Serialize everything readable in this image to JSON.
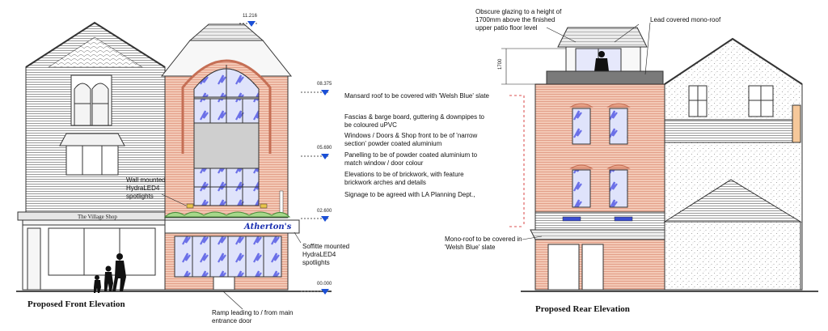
{
  "titles": {
    "front": "Proposed Front Elevation",
    "rear": "Proposed Rear Elevation"
  },
  "levels": [
    "11.216",
    "08.375",
    "05.690",
    "02.600",
    "00.000"
  ],
  "signage": {
    "village_shop": "The Village Shop",
    "brand": "Atherton's"
  },
  "front_notes": {
    "general": [
      "Mansard roof to be covered with 'Welsh Blue' slate",
      "Fascias & barge board, guttering & downpipes to be coloured uPVC",
      "Windows / Doors & Shop front to be of 'narrow section' powder coated aluminium",
      "Panelling to be of powder coated aluminium to match window / door colour",
      "Elevations to be of brickwork, with feature brickwork arches and details",
      "Signage to be agreed with LA Planning Dept.,"
    ],
    "wall_mounted": "Wall mounted HydraLED4 spotlights",
    "soffitte": "Soffitte mounted HydraLED4 spotlights",
    "ramp": "Ramp leading to / from main entrance door"
  },
  "rear_notes": {
    "obscure": "Obscure glazing to a height of 1700mm above the finished upper patio floor level",
    "lead_roof": "Lead covered mono-roof",
    "dimension": "1700",
    "mono_roof": "Mono-roof to be covered in 'Welsh Blue' slate"
  },
  "colors": {
    "brick": "#f3c9b6",
    "brick_line": "#d9826a",
    "glass": "#dfe3fb",
    "glass_mark": "#6b70e8",
    "level_marker": "#1a4fd6",
    "brand": "#1a2fb0",
    "dim_red": "#d01818"
  }
}
